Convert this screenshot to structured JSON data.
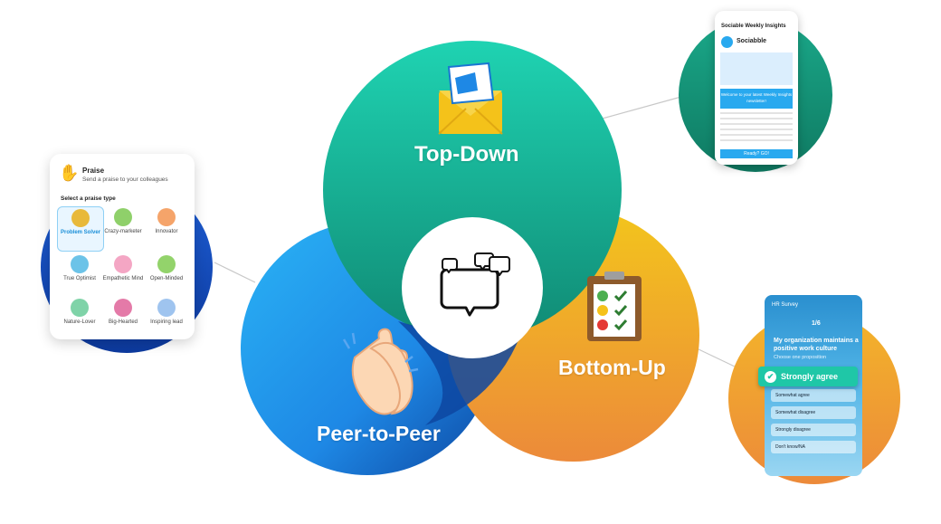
{
  "diagram": {
    "top_down": {
      "label": "Top-Down",
      "color": "#1aa889"
    },
    "bottom_up": {
      "label": "Bottom-Up",
      "color": "#f0a530"
    },
    "peer_to_peer": {
      "label": "Peer-to-Peer",
      "color": "#1e88e5"
    }
  },
  "praise_card": {
    "title": "Praise",
    "subtitle": "Send a praise to your colleagues",
    "section": "Select a praise type",
    "badges": [
      {
        "name": "Problem Solver",
        "color": "#e8b93a"
      },
      {
        "name": "Crazy-marketer",
        "color": "#8fd06a"
      },
      {
        "name": "Innovator",
        "color": "#f5a46a"
      },
      {
        "name": "True Optimist",
        "color": "#6cc3e8"
      },
      {
        "name": "Empathetic Mind",
        "color": "#f4a6c4"
      },
      {
        "name": "Open-Minded",
        "color": "#93d36b"
      },
      {
        "name": "Nature-Lover",
        "color": "#7fd3a8"
      },
      {
        "name": "Big-Hearted",
        "color": "#e47aa8"
      },
      {
        "name": "Inspiring lead",
        "color": "#9fc4ef"
      }
    ]
  },
  "newsletter": {
    "title": "Sociable Weekly Insights",
    "brand": "Sociabble",
    "banner": "Welcome to your latest Weekly Insights newsletter!",
    "cta": "Ready? GO!"
  },
  "survey": {
    "header": "HR Survey",
    "counter": "1/6",
    "question": "My organization maintains a positive work culture",
    "hint": "Choose one proposition",
    "selected": "Strongly agree",
    "options": [
      "Somewhat agree",
      "Somewhat disagree",
      "Strongly disagree",
      "Don't know/NA"
    ]
  }
}
